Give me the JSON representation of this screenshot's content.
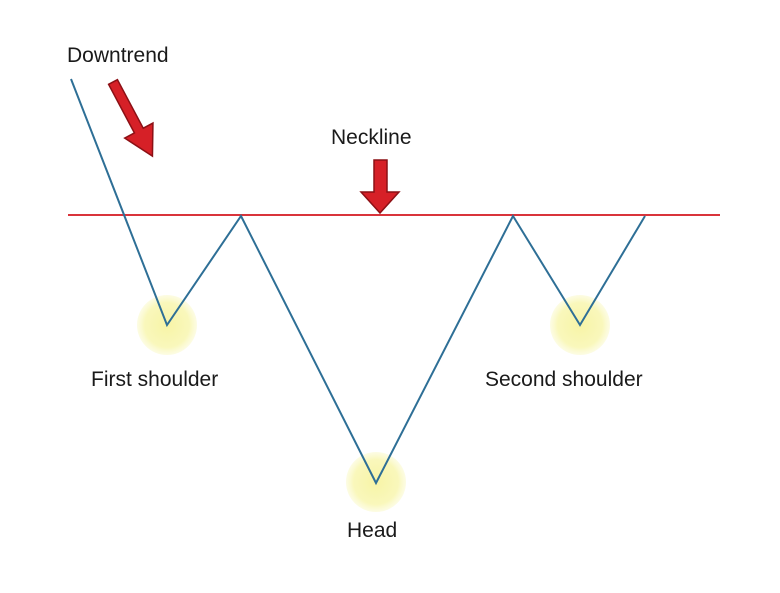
{
  "diagram": {
    "labels": {
      "downtrend": "Downtrend",
      "neckline": "Neckline",
      "first_shoulder": "First shoulder",
      "head": "Head",
      "second_shoulder": "Second shoulder"
    },
    "colors": {
      "price_line": "#2e6f96",
      "neckline": "#d9343b",
      "arrow_fill": "#d62027",
      "arrow_stroke": "#8c1015",
      "highlight": "#f7f4a6"
    }
  }
}
